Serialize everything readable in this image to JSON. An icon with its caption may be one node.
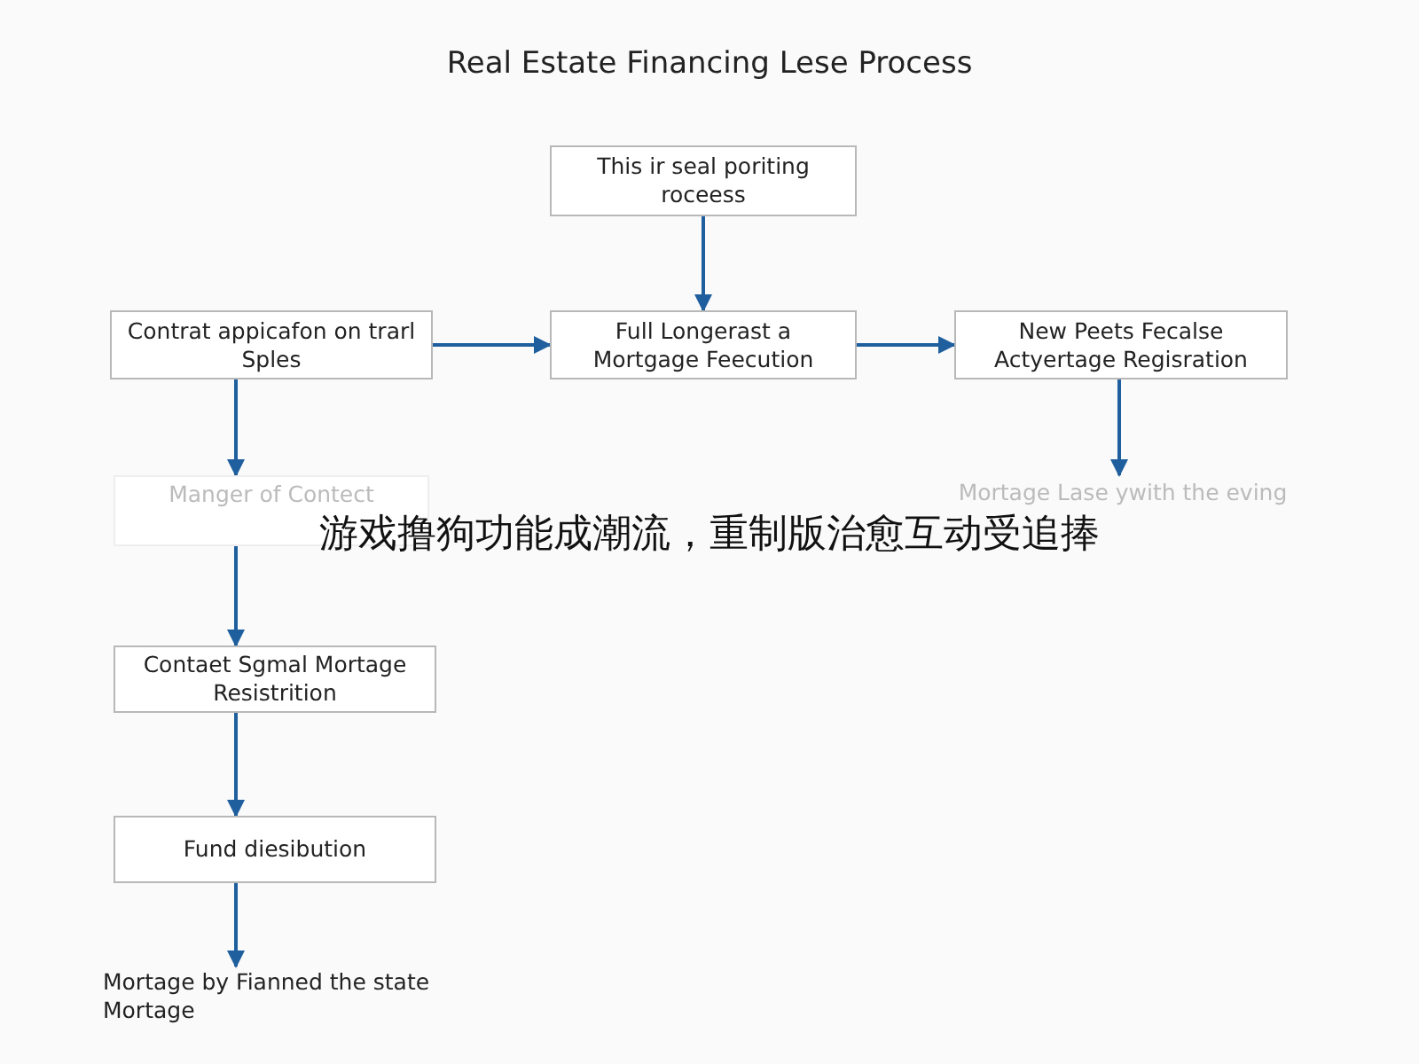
{
  "diagram": {
    "title": "Real Estate Financing Lese Process",
    "nodes": [
      {
        "text": [
          "This ir seal poriting roceess"
        ]
      },
      {
        "text": [
          "Contrat appicafon on trarl Sples"
        ]
      },
      {
        "text": [
          "Full Longerast a Mortgage Feecution"
        ]
      },
      {
        "text": [
          "New Peets Fecalse Actyertage Regisration"
        ]
      },
      {
        "text": [
          "Manger of Contect"
        ]
      },
      {
        "text": [
          "Mortage Lase ywith the eving"
        ]
      },
      {
        "text": [
          "Contaet Sgmal Mortage Resistrition"
        ]
      },
      {
        "text": [
          "Fund diesibution"
        ]
      },
      {
        "text": [
          "Mortage by Fianned the state Mortage"
        ]
      }
    ],
    "edges": [
      {
        "from": 0,
        "to": 2,
        "arrow": "to"
      },
      {
        "from": 1,
        "to": 2,
        "arrow": "to"
      },
      {
        "from": 2,
        "to": 3,
        "arrow": "to"
      },
      {
        "from": 1,
        "to": 4,
        "arrow": "to"
      },
      {
        "from": 3,
        "to": 5,
        "arrow": "to"
      },
      {
        "from": 4,
        "to": 6,
        "arrow": "to"
      },
      {
        "from": 6,
        "to": 7,
        "arrow": "to"
      },
      {
        "from": 7,
        "to": 8,
        "arrow": "to"
      }
    ],
    "labels": [
      "游戏撸狗功能成潮流，重制版治愈互动受追捧"
    ]
  }
}
